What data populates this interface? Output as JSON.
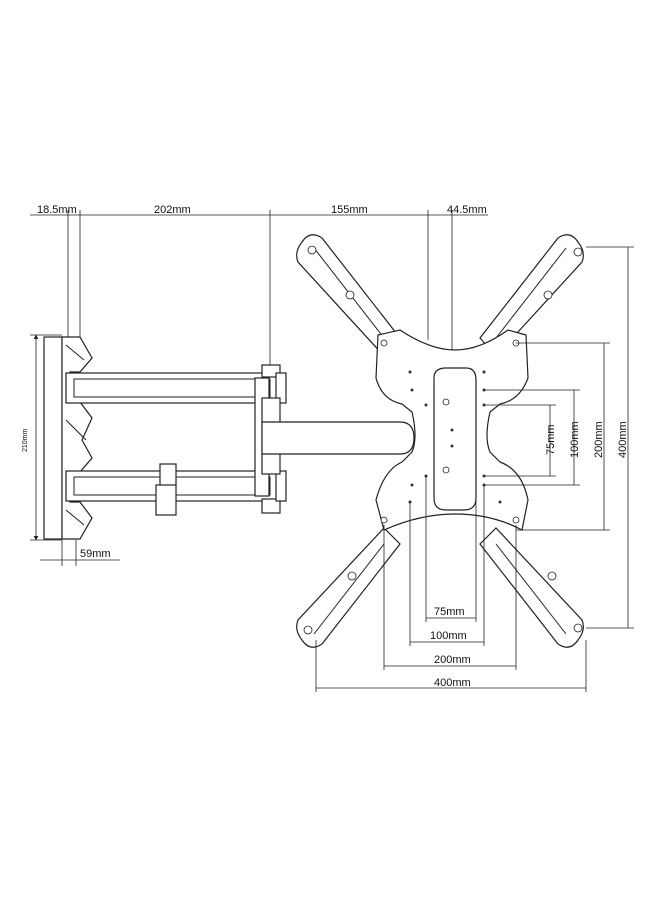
{
  "dimensions": {
    "top": {
      "wall_depth": "18.5mm",
      "arm_inner": "202mm",
      "arm_outer": "155mm",
      "plate_offset": "44.5mm"
    },
    "left": {
      "wall_height": "210mm",
      "wall_plate_depth": "59mm"
    },
    "right": {
      "v75": "75mm",
      "v100": "100mm",
      "v200": "200mm",
      "v400": "400mm"
    },
    "bottom": {
      "h75": "75mm",
      "h100": "100mm",
      "h200": "200mm",
      "h400": "400mm"
    }
  }
}
